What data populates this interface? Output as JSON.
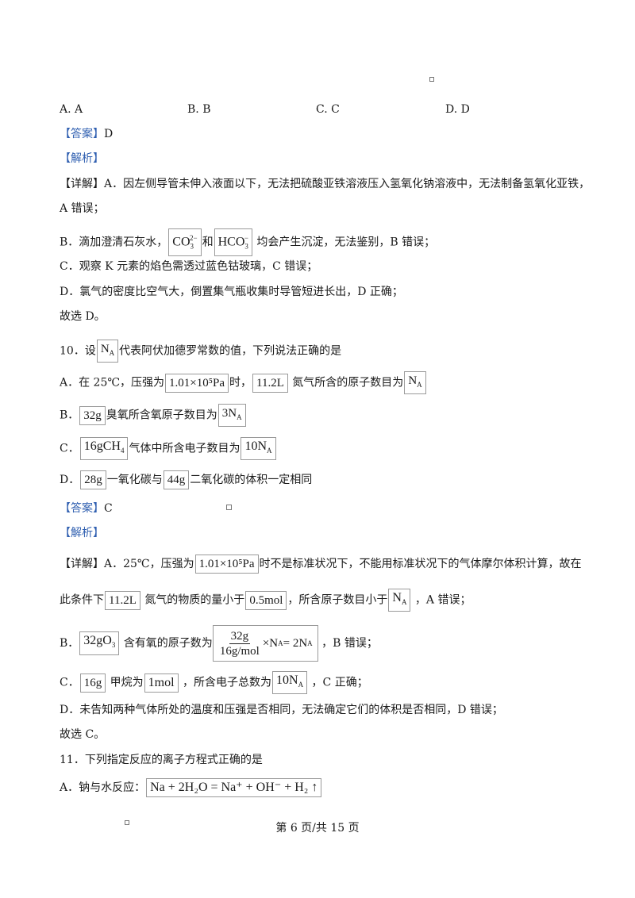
{
  "q9": {
    "options": [
      "A. A",
      "B. B",
      "C. C",
      "D. D"
    ],
    "answer_tag": "【答案】",
    "answer": "D",
    "analysis_tag": "【解析】",
    "detail_tag": "【详解】",
    "a_line1": "A．因左侧导管未伸入液面以下，无法把硫酸亚铁溶液压入氢氧化钠溶液中，无法制备氢氧化亚铁，",
    "a_line2": "A 错误；",
    "b_pre": "B．滴加澄清石灰水，",
    "b_f1": "CO",
    "b_f1_sub": "3",
    "b_f1_sup": "2−",
    "b_mid": "和",
    "b_f2": "HCO",
    "b_f2_sub": "3",
    "b_f2_sup": "−",
    "b_post": "均会产生沉淀，无法鉴别，B 错误；",
    "c_line": "C．观察 K 元素的焰色需透过蓝色钴玻璃，C 错误；",
    "d_line": "D．氯气的密度比空气大，倒置集气瓶收集时导管短进长出，D 正确；",
    "conclusion": "故选 D。"
  },
  "q10": {
    "stem_pre": "10．设",
    "na": "N",
    "na_sub": "A",
    "stem_post": "代表阿伏加德罗常数的值，下列说法正确的是",
    "a_pre": "A．在 25℃，压强为",
    "a_f1": "1.01×10⁵Pa",
    "a_mid": "时，",
    "a_f2": "11.2L",
    "a_post": "氮气所含的原子数目为",
    "b_pre": "B．",
    "b_f1": "32g",
    "b_post": "臭氧所含氧原子数目为",
    "b_f2": "3N",
    "c_pre": "C．",
    "c_f1": "16gCH",
    "c_f1_sub": "4",
    "c_post": "气体中所含电子数目为",
    "c_f2": "10N",
    "d_pre": "D．",
    "d_f1": "28g",
    "d_mid": "一氧化碳与",
    "d_f2": "44g",
    "d_post": "二氧化碳的体积一定相同",
    "answer_tag": "【答案】",
    "answer": "C",
    "analysis_tag": "【解析】",
    "detail_tag": "【详解】",
    "ea_pre": "A．25℃，压强为",
    "ea_f1": "1.01×10⁵Pa",
    "ea_post": "时不是标准状况下，不能用标准状况下的气体摩尔体积计算，故在",
    "ea2_pre": "此条件下",
    "ea2_f1": "11.2L",
    "ea2_mid": "氮气的物质的量小于",
    "ea2_f2": "0.5mol",
    "ea2_mid2": "，所含原子数目小于",
    "ea2_post": "，A 错误；",
    "eb_pre": "B．",
    "eb_f1": "32gO",
    "eb_f1_sub": "3",
    "eb_mid": "含有氧的原子数为",
    "eb_num": "32g",
    "eb_den": "16g/mol",
    "eb_rest": "×N",
    "eb_eq": " = 2N",
    "eb_post": "，B 错误；",
    "ec_pre": "C．",
    "ec_f1": "16g",
    "ec_mid": "甲烷为",
    "ec_f2": "1mol",
    "ec_mid2": "，所含电子总数为",
    "ec_f3": "10N",
    "ec_post": "，C 正确；",
    "ed_line": "D．未告知两种气体所处的温度和压强是否相同，无法确定它们的体积是否相同，D 错误；",
    "conclusion": "故选 C。"
  },
  "q11": {
    "stem": "11．下列指定反应的离子方程式正确的是",
    "a_pre": "A．钠与水反应：",
    "a_formula": "Na + 2H₂O = Na⁺ + OH⁻ + H₂ ↑"
  },
  "footer": "第 6 页/共 15 页"
}
